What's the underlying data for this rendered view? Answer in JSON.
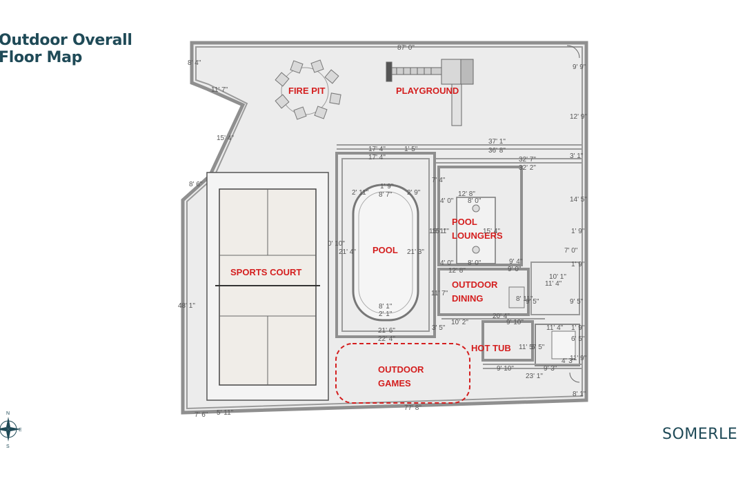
{
  "header": {
    "title_line1": "Outdoor Overall",
    "title_line2": "Floor Map"
  },
  "brand": {
    "name": "SOMERLE"
  },
  "compass": {
    "north": "N",
    "east": "E",
    "south": "S"
  },
  "colors": {
    "title": "#1f4a57",
    "label": "#d41e1e",
    "floor": "#ededed",
    "wall": "#8f8f8f"
  },
  "areas": {
    "fire_pit": "FIRE PIT",
    "playground": "PLAYGROUND",
    "sports_court": "SPORTS COURT",
    "pool": "POOL",
    "pool_loungers_1": "POOL",
    "pool_loungers_2": "LOUNGERS",
    "outdoor_dining_1": "OUTDOOR",
    "outdoor_dining_2": "DINING",
    "hot_tub": "HOT TUB",
    "outdoor_games_1": "OUTDOOR",
    "outdoor_games_2": "GAMES"
  },
  "dimensions": {
    "top": "87' 0\"",
    "left_top": "8' 4\"",
    "diag_1": "11' 7\"",
    "diag_2": "15' 4\"",
    "left_mid": "8' 6\"",
    "left_long": "48' 1\"",
    "bottom_left_1": "7' 6\"",
    "bottom_left_2": "5' 11\"",
    "bottom": "77' 8\"",
    "right_1": "9' 9\"",
    "right_2": "12' 9\"",
    "right_3": "3' 1\"",
    "right_4": "14' 5\"",
    "right_5": "1' 9\"",
    "right_6": "7' 0\"",
    "right_7": "1' 9\"",
    "right_8": "9' 5\"",
    "right_9": "1' 9\"",
    "right_10": "6' 5\"",
    "right_11": "11' 9\"",
    "right_12": "8' 1\"",
    "span_a1": "37' 1\"",
    "span_a2": "36' 8\"",
    "span_b1": "32' 7\"",
    "span_b2": "32' 2\"",
    "pool_top_1": "17' 4\"",
    "pool_top_2": "17' 4\"",
    "pool_top_3": "1' 5\"",
    "pool_in_top1": "1' 9\"",
    "pool_in_top2": "8' 7\"",
    "pool_l1": "2' 11\"",
    "pool_l2": "2' 9\"",
    "pool_side_l": "21' 4\"",
    "pool_side_r": "21' 3\"",
    "pool_w1": "0' 10\"",
    "pool_w2": "15' 1\"",
    "pool_bot1": "8' 1\"",
    "pool_bot2": "2' 1\"",
    "pool_bot3": "21' 6\"",
    "pool_bot4": "22' 4\"",
    "loungers_top": "12' 8\"",
    "loungers_t2": "4' 0\"",
    "loungers_t3": "8' 0\"",
    "loungers_l": "15' 1\"",
    "loungers_r": "15' 4\"",
    "loungers_b1": "4' 0\"",
    "loungers_b2": "8' 0\"",
    "loungers_b3": "12' 8\"",
    "loungers_b4": "9' 4\"",
    "loungers_b5": "9' 0\"",
    "left_pool_col": "7' 4\"",
    "dining_side": "11' 7\"",
    "dining_b1": "10' 2\"",
    "dining_b2": "20' 4\"",
    "dining_r1": "8' 11\"",
    "dining_r2": "9' 5\"",
    "dining_r3": "10' 1\"",
    "dining_r4": "11' 4\"",
    "dining_r5": "9' 10\"",
    "dining_r6": "3' 5\"",
    "hottub_r1": "11' 4\"",
    "hottub_s1": "11' 5\"",
    "hottub_s2": "5' 5\"",
    "hottub_b1": "9' 10\"",
    "hottub_b2": "9' 3\"",
    "hottub_b3": "23' 1\"",
    "hottub_b4": "4' 3\""
  }
}
